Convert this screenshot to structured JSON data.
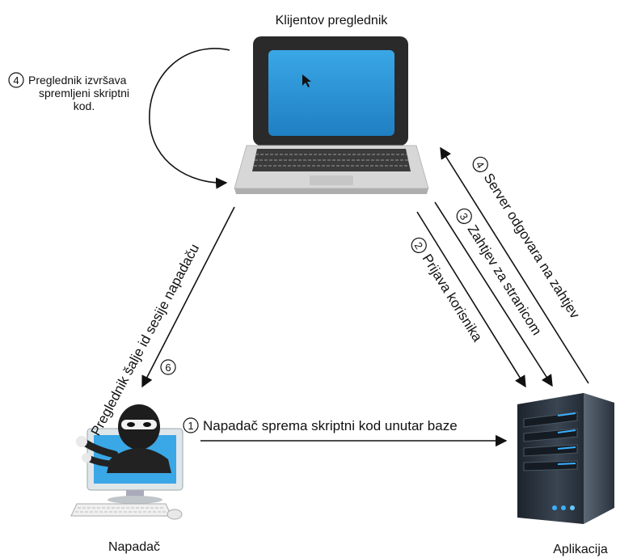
{
  "nodes": {
    "client_browser": {
      "label": "Klijentov preglednik",
      "icon": "laptop-icon"
    },
    "attacker": {
      "label": "Napadač",
      "icon": "hacker-computer-icon"
    },
    "application": {
      "label": "Aplikacija",
      "icon": "server-icon"
    }
  },
  "steps": [
    {
      "number": "1",
      "text": "Napadač sprema skriptni kod unutar baze"
    },
    {
      "number": "2",
      "text": "Prijava korisnika"
    },
    {
      "number": "3",
      "text": "Zahtjev za stranicom"
    },
    {
      "number": "4",
      "text": "Server odgovara na zahtjev"
    },
    {
      "number": "4",
      "lines": [
        "Preglednik izvršava",
        "spremljeni skriptni",
        "kod."
      ]
    },
    {
      "number": "6",
      "text": "Preglednik šalje id sesije napadaču"
    }
  ],
  "colors": {
    "arrow": "#111111",
    "screen": "#2b8fd1",
    "laptop_body": "#2a2a2a",
    "server_body": "#2b3440",
    "server_accent": "#3ab0ff"
  }
}
